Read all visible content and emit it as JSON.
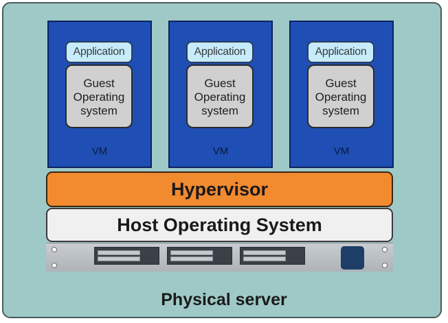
{
  "vms": [
    {
      "application": "Application",
      "guest_os": [
        "Guest",
        "Operating",
        "system"
      ],
      "label": "VM"
    },
    {
      "application": "Application",
      "guest_os": [
        "Guest",
        "Operating",
        "system"
      ],
      "label": "VM"
    },
    {
      "application": "Application",
      "guest_os": [
        "Guest",
        "Operating",
        "system"
      ],
      "label": "VM"
    }
  ],
  "hypervisor": "Hypervisor",
  "host_os": "Host Operating System",
  "physical_server": "Physical server",
  "colors": {
    "server_bg": "#9ec9c7",
    "vm_bg": "#1f4fb4",
    "application_bg": "#c6ecfb",
    "guest_os_bg": "#d0d0d0",
    "hypervisor_bg": "#f28a30",
    "host_os_bg": "#f0f0f0",
    "power_button": "#1d3e66"
  }
}
